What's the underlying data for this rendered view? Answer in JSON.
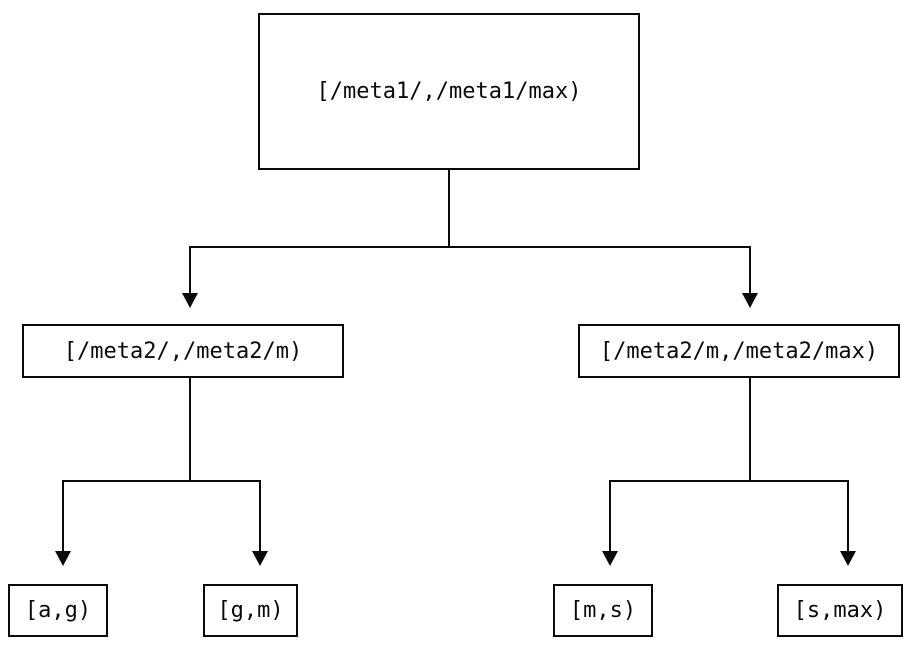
{
  "diagram": {
    "type": "tree",
    "edges": [
      [
        "root",
        "left"
      ],
      [
        "root",
        "right"
      ],
      [
        "left",
        "left-left"
      ],
      [
        "left",
        "left-right"
      ],
      [
        "right",
        "right-left"
      ],
      [
        "right",
        "right-right"
      ]
    ]
  },
  "nodes": {
    "root": {
      "label": "[/meta1/,/meta1/max)"
    },
    "left": {
      "label": "[/meta2/,/meta2/m)"
    },
    "right": {
      "label": "[/meta2/m,/meta2/max)"
    },
    "left_left": {
      "label": "[a,g)"
    },
    "left_right": {
      "label": "[g,m)"
    },
    "right_left": {
      "label": "[m,s)"
    },
    "right_right": {
      "label": "[s,max)"
    }
  },
  "colors": {
    "background": "#ffffff",
    "line": "#0a0a0a",
    "text": "#0a0a0a"
  }
}
